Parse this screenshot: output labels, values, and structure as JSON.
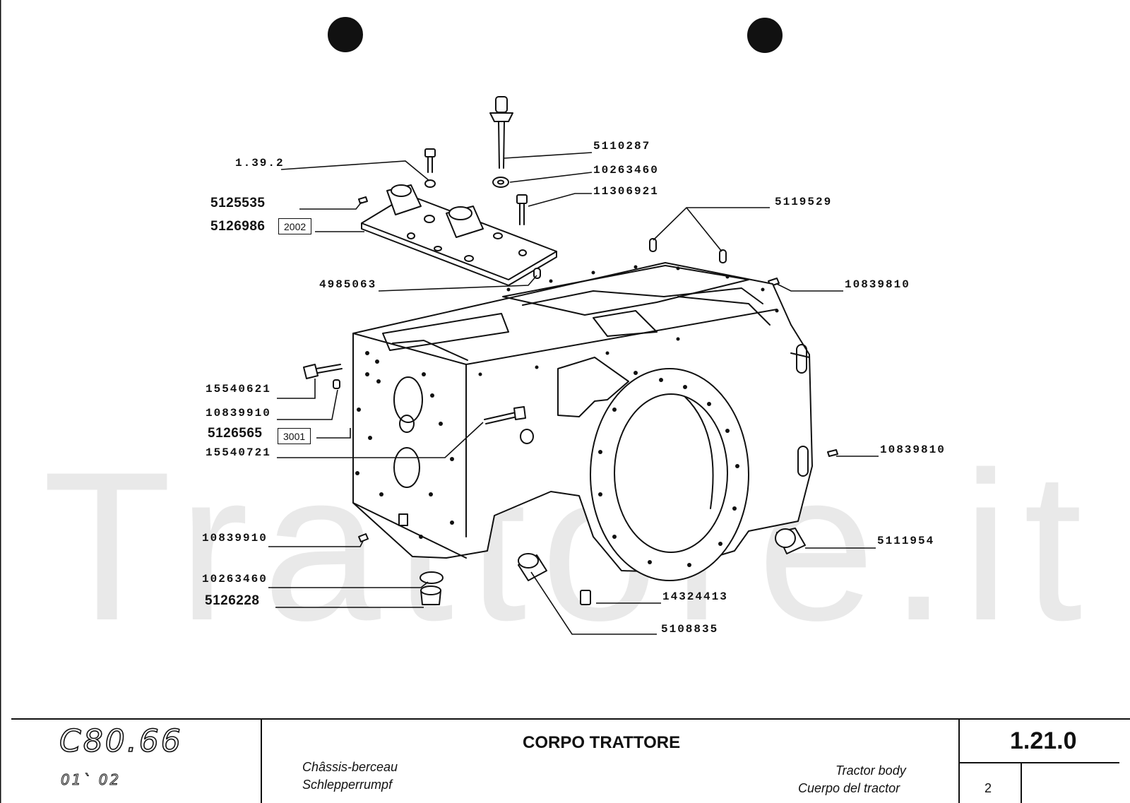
{
  "callouts": {
    "c1": "1.39.2",
    "c2": "5125535",
    "c3": "5126986",
    "c3_box": "2002",
    "c4": "5110287",
    "c5": "10263460",
    "c6": "11306921",
    "c7": "5119529",
    "c8": "4985063",
    "c9": "10839810",
    "c10": "15540621",
    "c11": "10839910",
    "c12": "5126565",
    "c12_box": "3001",
    "c13": "15540721",
    "c14": "10839810",
    "c15": "10839910",
    "c16": "5111954",
    "c17": "10263460",
    "c18": "5126228",
    "c19": "14324413",
    "c20": "5108835"
  },
  "watermark": "Trattore.it",
  "footer": {
    "logo": "C80.66",
    "logo_sub": "01` 02",
    "title": "CORPO TRATTORE",
    "fr": "Châssis-berceau",
    "de": "Schlepperrumpf",
    "en": "Tractor body",
    "es": "Cuerpo del tractor",
    "ref": "1.21.0",
    "page": "2"
  }
}
